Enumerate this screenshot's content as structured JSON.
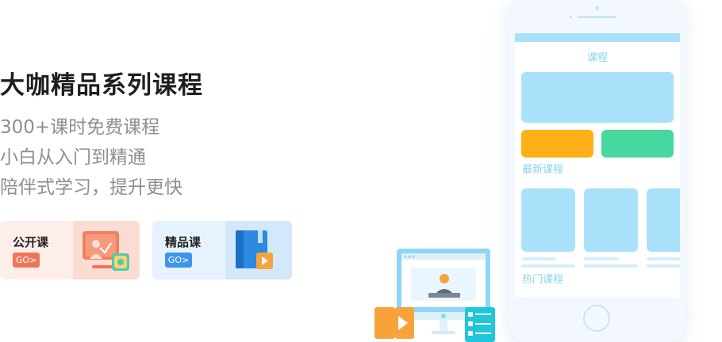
{
  "hero": {
    "title": "大咖精品系列课程",
    "features": [
      "300+课时免费课程",
      "小白从入门到精通",
      "陪伴式学习，提升更快"
    ]
  },
  "cards": [
    {
      "title": "公开课",
      "go_label": "GO>",
      "accent": "#f07558",
      "icon": "presentation-board-icon"
    },
    {
      "title": "精品课",
      "go_label": "GO>",
      "accent": "#3f96e8",
      "icon": "book-play-icon"
    }
  ],
  "phone": {
    "screen_title": "课程",
    "section_latest": "最新课程",
    "section_hot": "热门课程"
  },
  "colors": {
    "light_blue": "#a9e1fb",
    "orange": "#fcaf17",
    "green": "#46d89e",
    "label_blue": "#8ad3f4"
  }
}
